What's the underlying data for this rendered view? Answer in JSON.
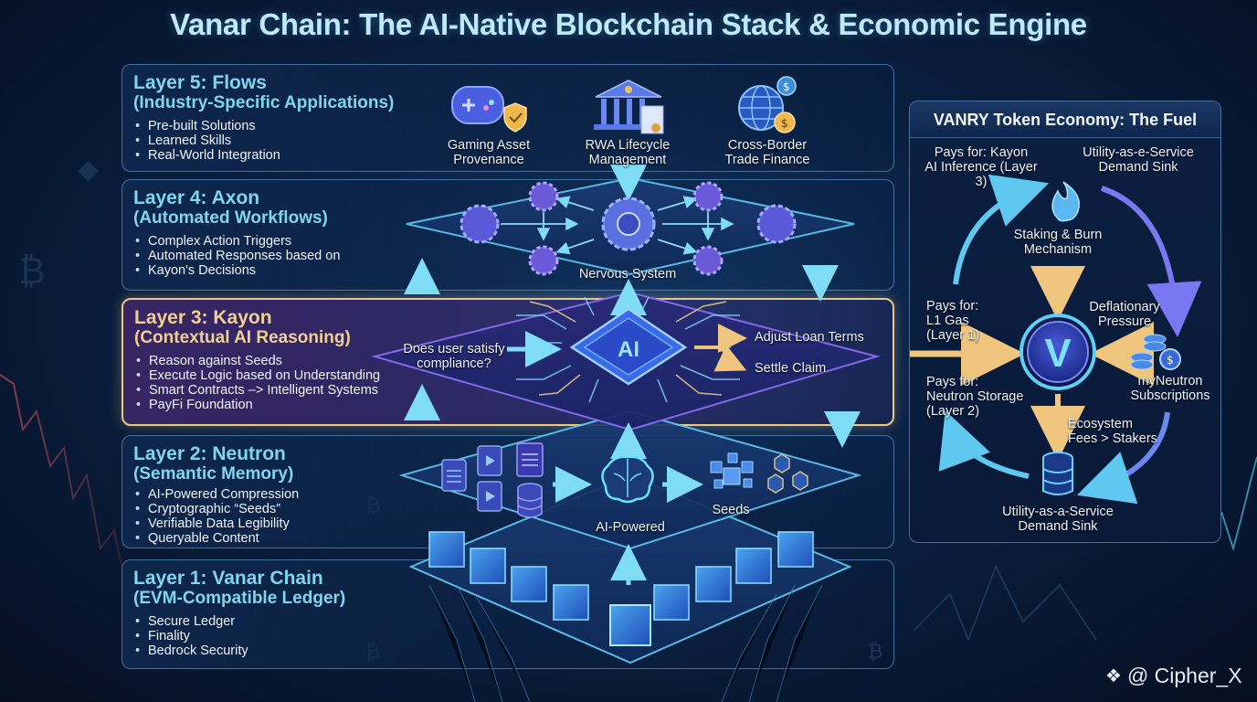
{
  "title": "Vanar Chain: The AI-Native Blockchain Stack & Economic Engine",
  "layers": [
    {
      "title": "Layer 5: Flows",
      "subtitle": "(Industry-Specific Applications)",
      "bullets": [
        "Pre-built Solutions",
        "Learned Skills",
        "Real-World Integration"
      ]
    },
    {
      "title": "Layer 4: Axon",
      "subtitle": "(Automated Workflows)",
      "bullets": [
        "Complex Action Triggers",
        "Automated Responses based on",
        "Kayon's Decisions"
      ]
    },
    {
      "title": "Layer 3: Kayon",
      "subtitle": "(Contextual AI Reasoning)",
      "bullets": [
        "Reason against Seeds",
        "Execute Logic based on Understanding",
        "Smart Contracts –> Intelligent Systems",
        "PayFi Foundation"
      ]
    },
    {
      "title": "Layer 2: Neutron",
      "subtitle": "(Semantic Memory)",
      "bullets": [
        "AI-Powered Compression",
        "Cryptographic “Seeds”",
        "Verifiable Data Legibility",
        "Queryable Content"
      ]
    },
    {
      "title": "Layer 1: Vanar Chain",
      "subtitle": "(EVM-Compatible Ledger)",
      "bullets": [
        "Secure Ledger",
        "Finality",
        "Bedrock Security"
      ]
    }
  ],
  "flows_apps": [
    {
      "icon": "gamepad-shield-icon",
      "line1": "Gaming Asset",
      "line2": "Provenance"
    },
    {
      "icon": "bank-certificate-icon",
      "line1": "RWA Lifecycle",
      "line2": "Management"
    },
    {
      "icon": "globe-coins-icon",
      "line1": "Cross-Border",
      "line2": "Trade Finance"
    }
  ],
  "axon": {
    "label": "Nervous System"
  },
  "kayon": {
    "chip_label": "AI",
    "query_line1": "Does user satisfy",
    "query_line2": "compliance?",
    "outputs": [
      "Adjust Loan Terms",
      "Settle Claim"
    ]
  },
  "neutron": {
    "brain_label": "AI-Powered",
    "seeds_label": "Seeds"
  },
  "token_economy": {
    "title": "VANRY Token Economy: The Fuel",
    "pays_kayon_1": "Pays for: Kayon",
    "pays_kayon_2": "AI Inference (Layer 3)",
    "utility_top_1": "Utility-as-e-Service",
    "utility_top_2": "Demand Sink",
    "staking_1": "Staking & Burn",
    "staking_2": "Mechanism",
    "pays_gas_1": "Pays for:",
    "pays_gas_2": "L1 Gas",
    "pays_gas_3": "(Layer 1)",
    "deflation_1": "Deflationary",
    "deflation_2": "Pressure",
    "pays_storage_1": "Pays for:",
    "pays_storage_2": "Neutron Storage",
    "pays_storage_3": "(Layer 2)",
    "subs_1": "myNeutron",
    "subs_2": "Subscriptions",
    "fees_1": "Ecosystem",
    "fees_2": "Fees > Stakers",
    "utility_bottom_1": "Utility-as-a-Service",
    "utility_bottom_2": "Demand Sink",
    "token_symbol": "V"
  },
  "watermark": "@ Cipher_X",
  "colors": {
    "accent_cyan": "#7fd6ee",
    "accent_gold": "#f2cf92",
    "accent_purple": "#7b6cf0",
    "background": "#0b2347"
  }
}
